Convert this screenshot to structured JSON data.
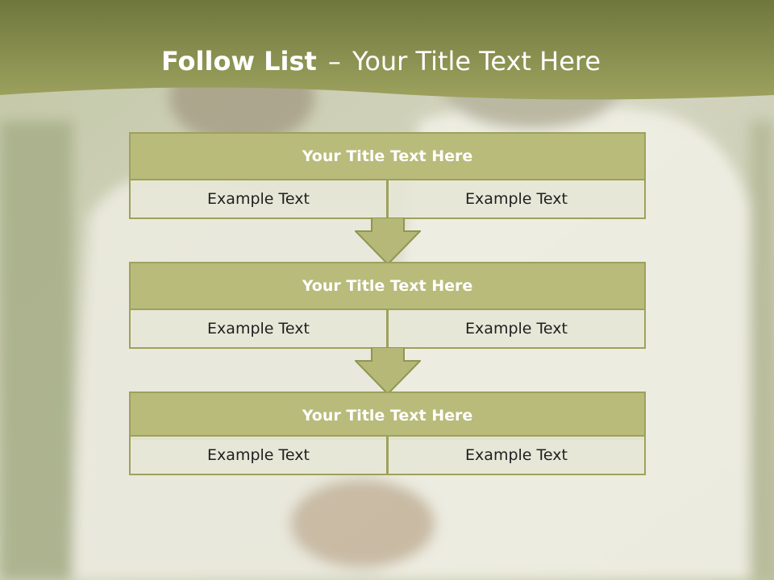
{
  "slide": {
    "title_bold": "Follow List",
    "title_sep": "–",
    "title_rest": "Your Title Text Here"
  },
  "blocks": [
    {
      "title": "Your Title Text Here",
      "left_text": "Example Text",
      "right_text": "Example Text"
    },
    {
      "title": "Your Title Text Here",
      "left_text": "Example Text",
      "right_text": "Example Text"
    },
    {
      "title": "Your Title Text Here",
      "left_text": "Example Text",
      "right_text": "Example Text"
    }
  ],
  "colors": {
    "banner": "#8f9651",
    "title_fill": "#b9bb7b",
    "border": "#9da15b",
    "cell_fill": "#e6e6d7",
    "arrow_fill": "#b5b876"
  }
}
